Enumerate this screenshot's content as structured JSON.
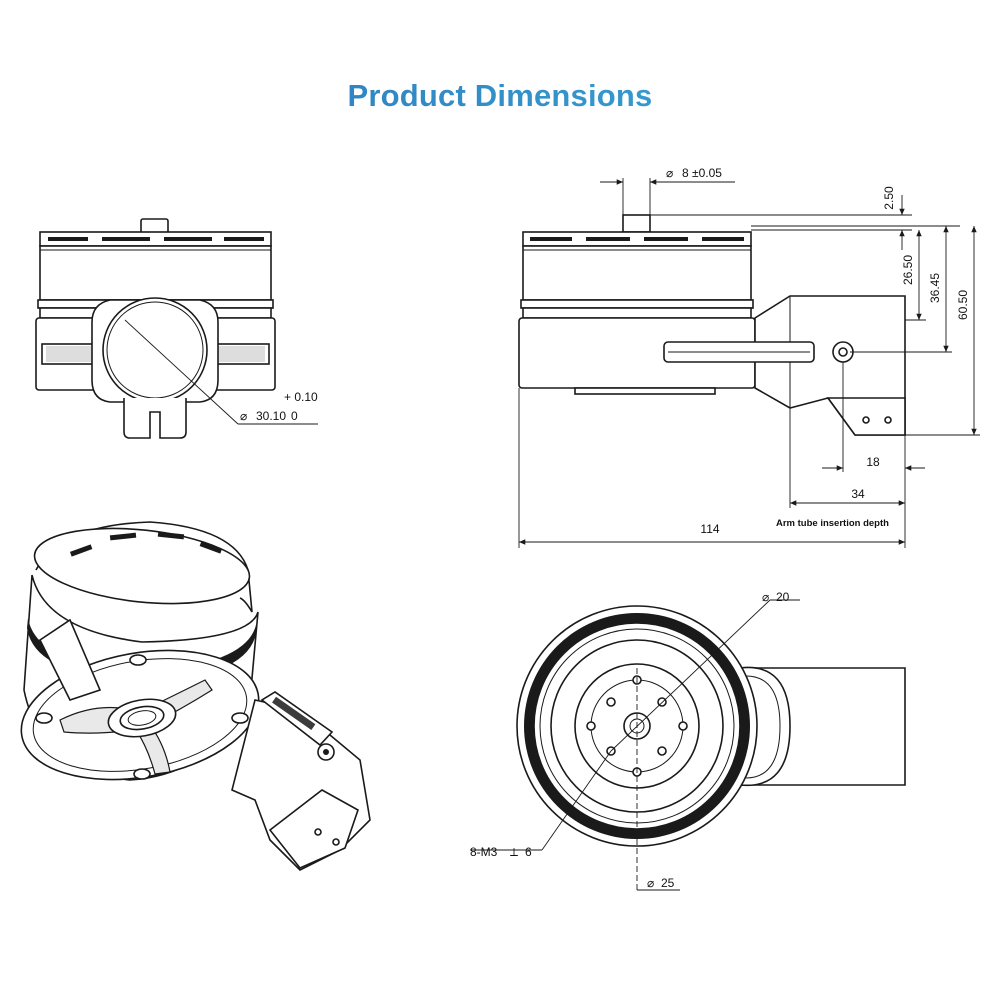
{
  "title": "Product Dimensions",
  "colors": {
    "title_gradient_start": "#2a6fb8",
    "title_gradient_end": "#3bb0d9",
    "line": "#1a1a1a"
  },
  "front_view": {
    "tolerance_upper": "+ 0.10",
    "clamp_diameter": "30.10",
    "tolerance_lower": "0"
  },
  "side_view": {
    "shaft_diameter": "8 ±0.05",
    "shaft_height": "2.50",
    "height_to_top": "26.50",
    "height_to_hole": "36.45",
    "overall_height": "60.50",
    "mount_width": "18",
    "insertion_depth_value": "34",
    "overall_length": "114",
    "insertion_label": "Arm tube insertion depth"
  },
  "bottom_view": {
    "inner_diameter": "20",
    "outer_diameter": "25",
    "thread_spec": "8-M3",
    "thread_depth": "6"
  },
  "symbols": {
    "diameter": "⌀",
    "depth": "⟂"
  }
}
